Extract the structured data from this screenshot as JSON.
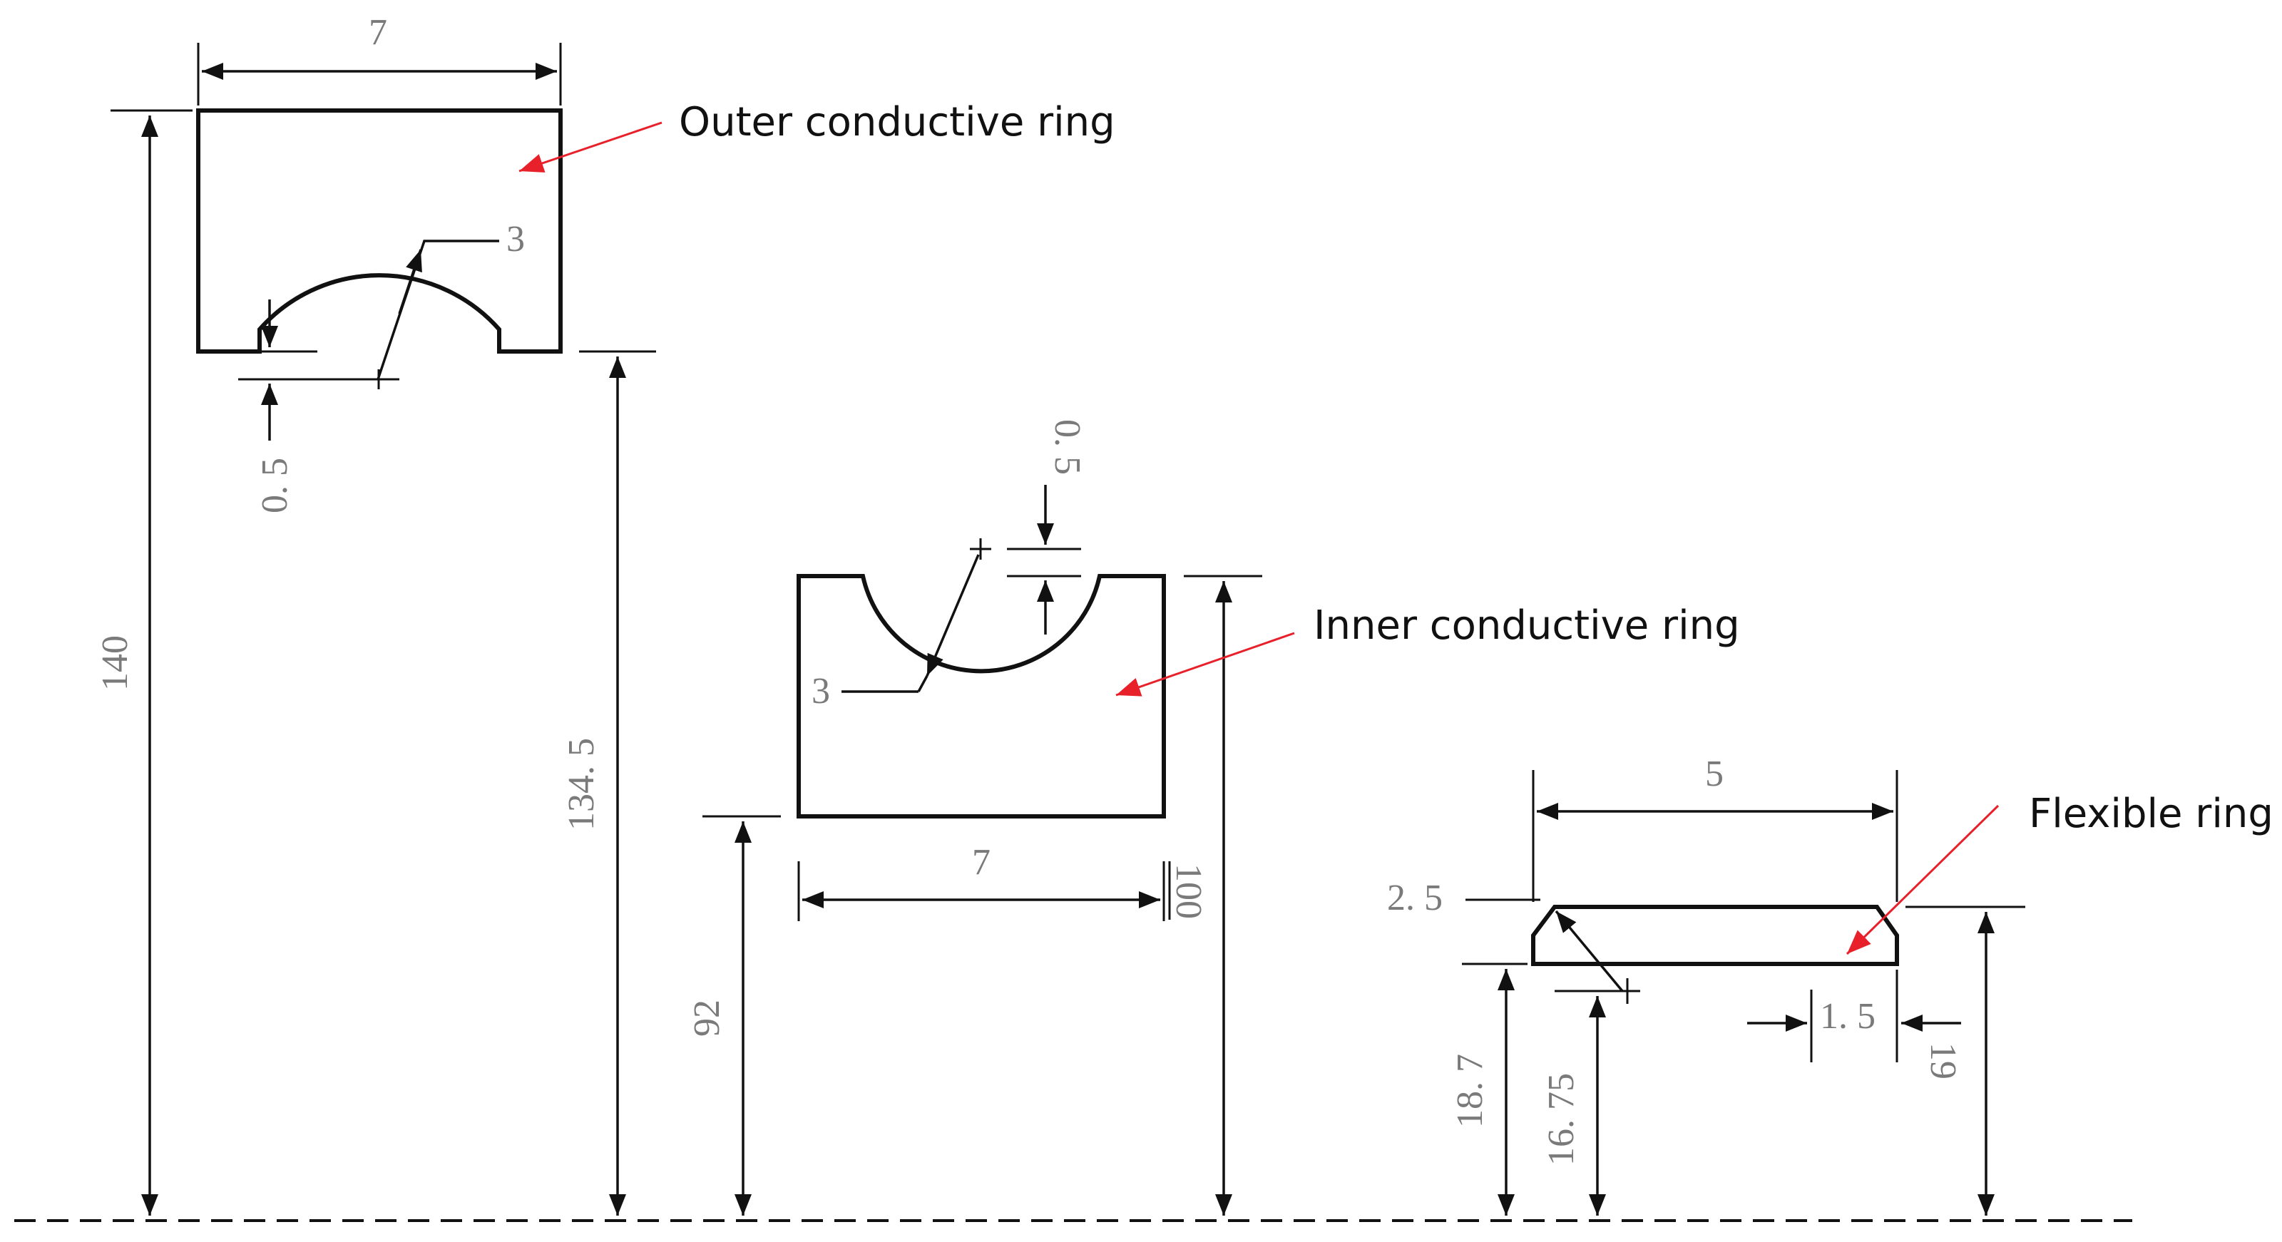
{
  "labels": {
    "outer": "Outer conductive ring",
    "inner": "Inner conductive ring",
    "flexible": "Flexible ring"
  },
  "dimensions": {
    "outer_width": "7",
    "outer_radius": "3",
    "outer_step": "0. 5",
    "outer_top_height": "140",
    "outer_bottom_height": "134. 5",
    "inner_step": "0. 5",
    "inner_radius": "3",
    "inner_width": "7",
    "inner_top_height": "100",
    "inner_bottom_height": "92",
    "flex_width": "5",
    "flex_chamfer": "2. 5",
    "flex_gap": "1. 5",
    "flex_top_height": "19",
    "flex_bottom_height": "18. 7",
    "flex_chamfer_height": "16. 75"
  },
  "colors": {
    "leader": "#e8202a",
    "line": "#111111",
    "dimension_text": "#7a7a7a"
  }
}
